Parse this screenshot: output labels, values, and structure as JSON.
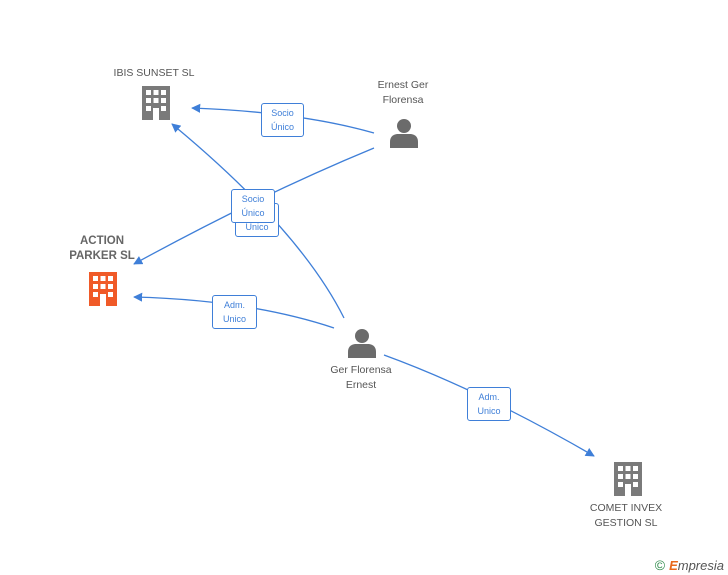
{
  "nodes": {
    "ibis": {
      "label": "IBIS SUNSET SL"
    },
    "action": {
      "label": "ACTION PARKER SL"
    },
    "comet": {
      "label": "COMET INVEX GESTION SL"
    },
    "ernest": {
      "label": "Ernest Ger Florensa"
    },
    "ger": {
      "label": "Ger Florensa Ernest"
    }
  },
  "edge_labels": {
    "ernest_ibis": "Socio Único",
    "ger_ibis": "Socio Único",
    "ernest_action": "Socio Único",
    "ger_action": "Adm. Unico",
    "ger_comet": "Adm. Unico"
  },
  "footer": {
    "copyright_symbol": "©",
    "brand_e": "E",
    "brand_rest": "mpresia"
  },
  "colors": {
    "edge": "#3f7fd8",
    "company": "#7a7a7a",
    "company_focus": "#f05a28",
    "person": "#6b6b6b"
  }
}
